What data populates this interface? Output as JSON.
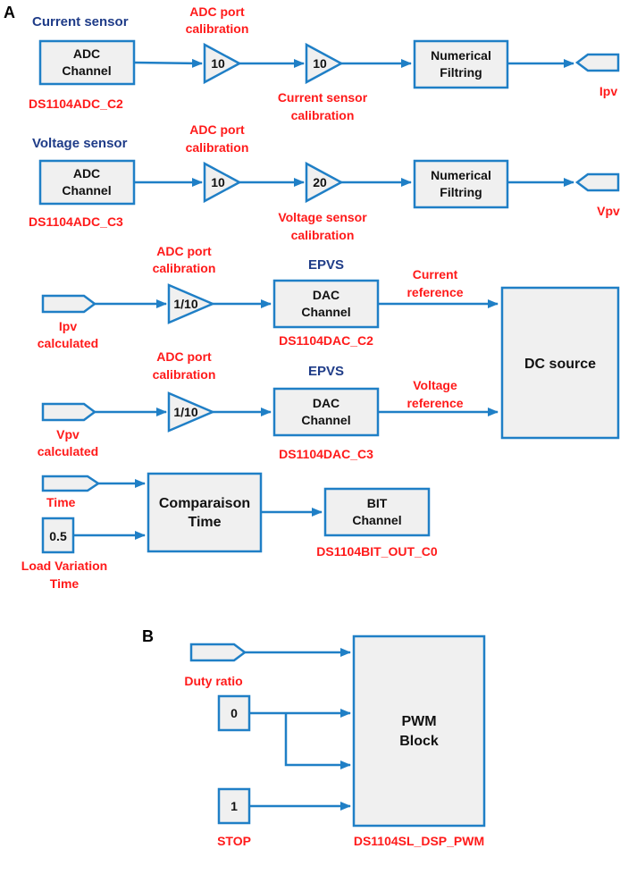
{
  "colors": {
    "accent": "#1f7fc6",
    "label_red": "#ff1a1a",
    "label_blue": "#1f3c88",
    "block_fill": "#f0f0f0"
  },
  "panel_a": {
    "letter": "A",
    "current": {
      "title": "Current sensor",
      "adc": [
        "ADC",
        "Channel"
      ],
      "adc_name": "DS1104ADC_C2",
      "port_cal": [
        "ADC port",
        "calibration"
      ],
      "gain1": "10",
      "gain2": "10",
      "sensor_cal": [
        "Current sensor",
        "calibration"
      ],
      "filter": [
        "Numerical",
        "Filtring"
      ],
      "output": "Ipv"
    },
    "voltage": {
      "title": "Voltage sensor",
      "adc": [
        "ADC",
        "Channel"
      ],
      "adc_name": "DS1104ADC_C3",
      "port_cal": [
        "ADC port",
        "calibration"
      ],
      "gain1": "10",
      "gain2": "20",
      "sensor_cal": [
        "Voltage sensor",
        "calibration"
      ],
      "filter": [
        "Numerical",
        "Filtring"
      ],
      "output": "Vpv"
    },
    "ipv_dac": {
      "input": [
        "Ipv",
        "calculated"
      ],
      "port_cal": [
        "ADC port",
        "calibration"
      ],
      "gain": "1/10",
      "epvs": "EPVS",
      "dac": [
        "DAC",
        "Channel"
      ],
      "dac_name": "DS1104DAC_C2",
      "ref": [
        "Current",
        "reference"
      ]
    },
    "vpv_dac": {
      "input": [
        "Vpv",
        "calculated"
      ],
      "port_cal": [
        "ADC port",
        "calibration"
      ],
      "gain": "1/10",
      "epvs": "EPVS",
      "dac": [
        "DAC",
        "Channel"
      ],
      "dac_name": "DS1104DAC_C3",
      "ref": [
        "Voltage",
        "reference"
      ]
    },
    "dc_source": "DC source",
    "timing": {
      "time_input": "Time",
      "constant": "0.5",
      "constant_label": [
        "Load Variation",
        "Time"
      ],
      "compare": [
        "Comparaison",
        "Time"
      ],
      "bit": [
        "BIT",
        "Channel"
      ],
      "bit_name": "DS1104BIT_OUT_C0"
    }
  },
  "panel_b": {
    "letter": "B",
    "duty_label": "Duty ratio",
    "const0": "0",
    "const1": "1",
    "stop_label": "STOP",
    "pwm": [
      "PWM",
      "Block"
    ],
    "pwm_name": "DS1104SL_DSP_PWM"
  }
}
